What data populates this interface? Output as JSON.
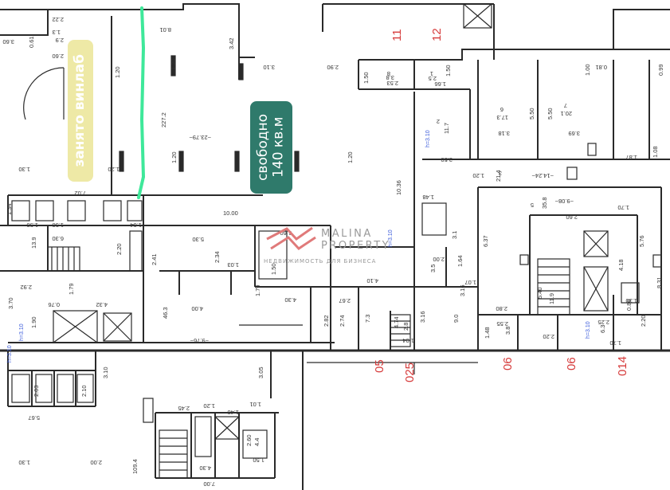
{
  "colors": {
    "wall": "#2a2a2a",
    "dim_text": "#333333",
    "room_number_red": "#d63a3a",
    "height_blue": "#3b5bdb",
    "boundary_green": "#3ee89a",
    "badge_occupied_bg": "#eee9a6",
    "badge_free_bg": "#2f7a6b",
    "watermark_logo": "#e07a7a"
  },
  "badges": {
    "occupied": "занято винлаб",
    "free_line1": "свободно",
    "free_line2": "140 кв.м"
  },
  "watermark": {
    "name": "MALINA PROPERTY",
    "subtitle": "НЕДВИЖИМОСТЬ ДЛЯ БИЗНЕСА"
  },
  "room_numbers": [
    "11",
    "12",
    "05",
    "025",
    "06",
    "06",
    "014"
  ],
  "heights": [
    "h=3.10",
    "h=3.10",
    "h=3.10",
    "h=3.10",
    "h=3.10"
  ],
  "dimensions": {
    "d1": "3.60",
    "d2": "0.61",
    "d3": "2.22",
    "d4": "1.3",
    "d5": "2.9",
    "d6": "2.60",
    "d7": "8.01",
    "d8": "3.42",
    "d9": "1.20",
    "d10": "227.2",
    "d11": "~23.79~",
    "d12": "1.20",
    "d13": "1.20",
    "d14": "1.20",
    "d15": "1.30",
    "d16": "7.02",
    "d17": "10.00",
    "d18": "3.10",
    "d19": "2.90",
    "d20": "1.50",
    "d21": "2.53",
    "d22": "8",
    "d23": "3.8",
    "d24": "1",
    "d25": "2.5",
    "d26": "1.66",
    "d27": "1.50",
    "d28": "0.81",
    "d29": "1.00",
    "d30": "0.99",
    "d31": "6",
    "d32": "17.3",
    "d33": "3.18",
    "d34": "5.50",
    "d35": "5.50",
    "d36": "7",
    "d37": "20.1",
    "d38": "3.69",
    "d39": "1.87",
    "d40": "1.08",
    "d41": "2",
    "d42": "11.7",
    "d43": "3.50",
    "d44": "10.36",
    "d45": "1.20",
    "d46": "~14.24~",
    "d47": "3",
    "d48": "21.4",
    "d49": "1.48",
    "d50": "5",
    "d51": "35.8",
    "d52": "~9.08~",
    "d53": "2.60",
    "d54": "1.70",
    "d55": "5.76",
    "d56": "6.37",
    "d57": "4.18",
    "d58": "8.31",
    "d59": "1.34",
    "d60": "1.50",
    "d61": "1.50",
    "d62": "1.64",
    "d63": "6.30",
    "d64": "13.9",
    "d65": "2.20",
    "d66": "2.41",
    "d67": "5.30",
    "d68": "2.34",
    "d69": "1.03",
    "d70": "1.60",
    "d71": "1.50",
    "d72": "2.00",
    "d73": "3.5",
    "d74": "1.64",
    "d75": "1.07",
    "d76": "3.1",
    "d77": "4.10",
    "d78": "3.16",
    "d79": "2.92",
    "d80": "1.79",
    "d81": "0.76",
    "d82": "4.32",
    "d83": "4.00",
    "d84": "4.30",
    "d85": "46.3",
    "d86": "~9.76~",
    "d87": "2.82",
    "d88": "2.67",
    "d89": "7.3",
    "d90": "2.74",
    "d91": "4.74",
    "d92": "2.8",
    "d93": "3.16",
    "d94": "9.0",
    "d95": "2.80",
    "d96": "5.40",
    "d97": "11.9",
    "d98": "2.55",
    "d99": "3.8",
    "d100": "2.25",
    "d101": "6.3",
    "d102": "1.48",
    "d103": "2.20",
    "d104": "1.70",
    "d105": "2.20",
    "d106": "3.70",
    "d107": "1.90",
    "d108": "1.04",
    "d109": "3.10",
    "d110": "3.05",
    "d111": "2.03",
    "d112": "2.10",
    "d113": "5.67",
    "d114": "2.45",
    "d115": "1.20",
    "d116": "1.01",
    "d117": "1.40",
    "d118": "109.4",
    "d119": "2.60",
    "d120": "4.4",
    "d121": "1.50",
    "d122": "1.30",
    "d123": "2.00",
    "d124": "4.30",
    "d125": "7.00",
    "d126": "1.30",
    "d127": "0.80",
    "d128": "1.79"
  }
}
